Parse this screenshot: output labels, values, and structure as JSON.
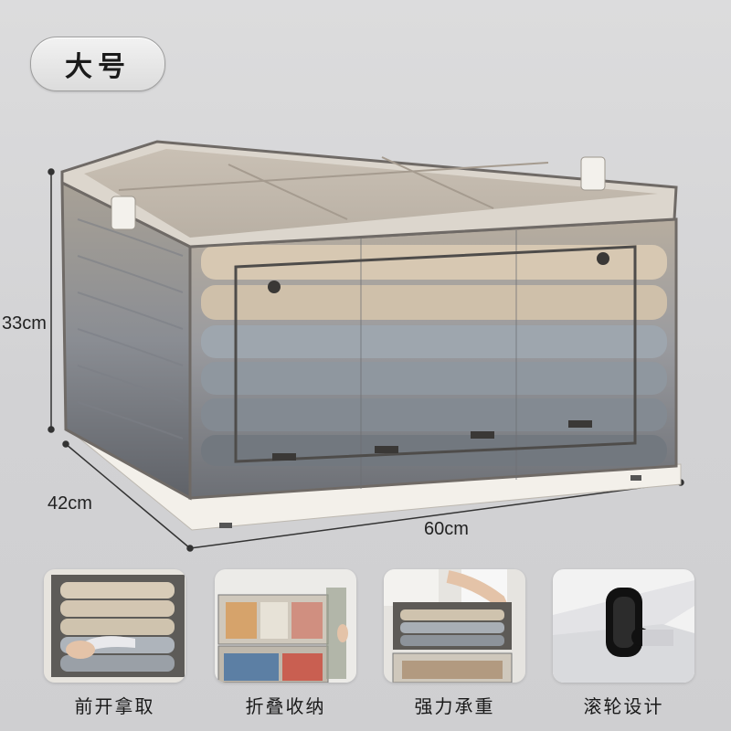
{
  "size_badge": "大号",
  "dimensions": {
    "height": "33cm",
    "depth": "42cm",
    "width": "60cm"
  },
  "features": [
    {
      "label": "前开拿取",
      "icon": "front-open-photo"
    },
    {
      "label": "折叠收纳",
      "icon": "foldable-storage-photo"
    },
    {
      "label": "强力承重",
      "icon": "load-bearing-photo"
    },
    {
      "label": "滚轮设计",
      "icon": "wheel-design-photo"
    }
  ],
  "colors": {
    "background": "#d4d4d6",
    "frame": "#6f6a66",
    "base": "#f3f0ea",
    "cream_fabric": "#d9c7ae",
    "grey_fabric": "#8d949c"
  }
}
